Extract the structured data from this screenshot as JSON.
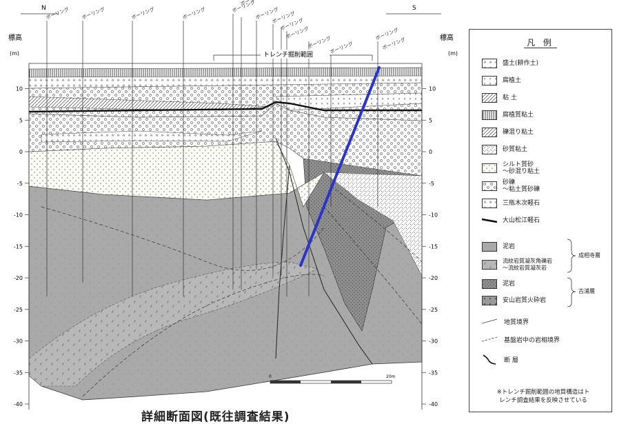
{
  "section": {
    "dir_left": "N",
    "dir_right": "S",
    "elev_label_left": "標高",
    "elev_label_right": "標高",
    "unit_left": "(m)",
    "unit_right": "(m)",
    "elevation_ticks": [
      10,
      5,
      0,
      -5,
      -10,
      -15,
      -20,
      -25,
      -30,
      -35,
      -40
    ],
    "trench_label": "トレンチ掘削範囲",
    "boring_label": "ボーリング",
    "scale_start": "0",
    "scale_end": "20m"
  },
  "legend": {
    "title": "凡 例",
    "items": [
      {
        "label": "盛土(耕作土)"
      },
      {
        "label": "腐植土"
      },
      {
        "label": "粘 土"
      },
      {
        "label": "腐植質粘土"
      },
      {
        "label": "礫混り粘土"
      },
      {
        "label": "砂質粘土"
      },
      {
        "label": "シルト質砂\n〜砂混り粘土"
      },
      {
        "label": "砂礫\n〜粘土質砂礫"
      },
      {
        "label": "三瓶木次軽石"
      },
      {
        "label": "大山松江軽石"
      },
      {
        "label": "泥岩"
      },
      {
        "label": "流紋岩質凝灰角礫岩\n〜流紋岩質凝灰岩"
      },
      {
        "label": "泥岩"
      },
      {
        "label": "安山岩質火砕岩"
      }
    ],
    "group1": "成相寺層",
    "group2": "古浦層",
    "lines": [
      {
        "label": "地質境界"
      },
      {
        "label": "基盤岩中の岩相境界"
      },
      {
        "label": "断 層"
      }
    ],
    "note": "※トレンチ掘削範囲の地質構造はト\nレンチ調査結果を反映させている"
  },
  "caption": "詳細断面図(既往調査結果)",
  "highlight_color": "#2a35c8"
}
